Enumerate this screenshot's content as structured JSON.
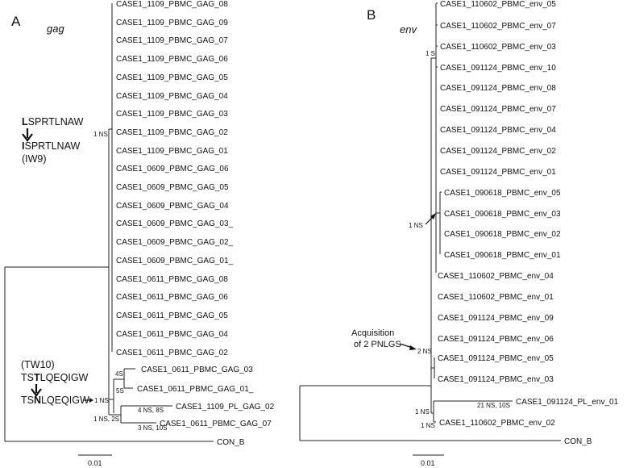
{
  "panels": [
    {
      "letter": "A",
      "gene": "gag",
      "leaves": [
        "CASE1_1109_PBMC_GAG_08",
        "CASE1_1109_PBMC_GAG_09",
        "CASE1_1109_PBMC_GAG_07",
        "CASE1_1109_PBMC_GAG_06",
        "CASE1_1109_PBMC_GAG_05",
        "CASE1_1109_PBMC_GAG_04",
        "CASE1_1109_PBMC_GAG_03",
        "CASE1_1109_PBMC_GAG_02",
        "CASE1_1109_PBMC_GAG_01",
        "CASE1_0609_PBMC_GAG_06",
        "CASE1_0609_PBMC_GAG_05",
        "CASE1_0609_PBMC_GAG_04",
        "CASE1_0609_PBMC_GAG_03_",
        "CASE1_0609_PBMC_GAG_02_",
        "CASE1_0609_PBMC_GAG_01_",
        "CASE1_0611_PBMC_GAG_08",
        "CASE1_0611_PBMC_GAG_06",
        "CASE1_0611_PBMC_GAG_05",
        "CASE1_0611_PBMC_GAG_04",
        "CASE1_0611_PBMC_GAG_02",
        "CASE1_0611_PBMC_GAG_03",
        "CASE1_0611_PBMC_GAG_01_",
        "CASE1_1109_PL_GAG_02",
        "CASE1_0611_PBMC_GAG_07",
        "CON_B"
      ],
      "branch_labels": [
        "1 NS",
        "4S",
        "5S",
        "1 NS",
        "4 NS, 8S",
        "1 NS, 2S",
        "3 NS, 10S"
      ],
      "epitope_iw9": {
        "from_first": "L",
        "from_rest": "SPRTLNAW",
        "to_first": "I",
        "to_rest": "SPRTLNAW",
        "name": "(IW9)"
      },
      "epitope_tw10": {
        "name": "(TW10)",
        "from_pre": "TS",
        "from_mid": "T",
        "from_post": "LQEQIGW",
        "to_pre": "TS",
        "to_mid": "N",
        "to_post": "LQEQIGW"
      },
      "scale_bar": "0.01"
    },
    {
      "letter": "B",
      "gene": "env",
      "leaves": [
        "CASE1_110602_PBMC_env_05",
        "CASE1_110602_PBMC_env_07",
        "CASE1_110602_PBMC_env_03",
        "CASE1_091124_PBMC_env_10",
        "CASE1_091124_PBMC_env_08",
        "CASE1_091124_PBMC_env_07",
        "CASE1_091124_PBMC_env_04",
        "CASE1_091124_PBMC_env_02",
        "CASE1_091124_PBMC_env_01",
        "CASE1_090618_PBMC_env_05",
        "CASE1_090618_PBMC_env_03",
        "CASE1_090618_PBMC_env_02",
        "CASE1_090618_PBMC_env_01",
        "CASE1_110602_PBMC_env_04",
        "CASE1_110602_PBMC_env_01",
        "CASE1_091124_PBMC_env_09",
        "CASE1_091124_PBMC_env_06",
        "CASE1_091124_PBMC_env_05",
        "CASE1_091124_PBMC_env_03",
        "CASE1_091124_PL_env_01",
        "CASE1_110602_PBMC_env_02",
        "CON_B"
      ],
      "branch_labels": [
        "1 S",
        "1 NS",
        "2 NS",
        "21 NS, 10S",
        "1 NS",
        "1 NS"
      ],
      "callout_line1": "Acquisition",
      "callout_line2": "of 2 PNLGS",
      "scale_bar": "0.01"
    }
  ]
}
